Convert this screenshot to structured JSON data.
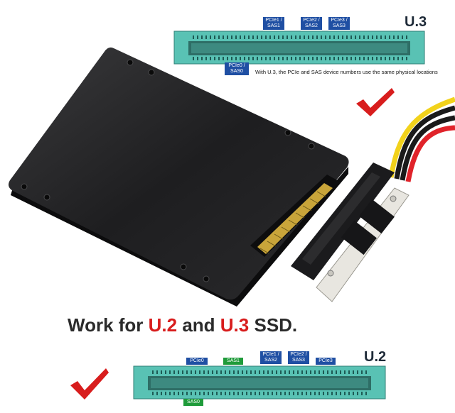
{
  "u3_connector": {
    "label": "U.3",
    "top_tags": [
      {
        "line1": "PCIe1 /",
        "line2": "SAS1"
      },
      {
        "line1": "PCIe2 /",
        "line2": "SAS2"
      },
      {
        "line1": "PCIe3 /",
        "line2": "SAS3"
      }
    ],
    "bottom_tag": {
      "line1": "PCIe0 /",
      "line2": "SAS0"
    },
    "note": "With U.3, the PCIe and SAS device numbers use the same physical locations"
  },
  "headline": {
    "prefix": "Work for ",
    "u2": "U.2",
    "middle": " and ",
    "u3": "U.3",
    "suffix": " SSD."
  },
  "u2_connector": {
    "label": "U.2",
    "top_tags": [
      {
        "line1": "PCIe0",
        "line2": "",
        "color": "blue"
      },
      {
        "line1": "SAS1",
        "line2": "",
        "color": "green"
      },
      {
        "line1": "PCIe1 /",
        "line2": "SAS2",
        "color": "blue"
      },
      {
        "line1": "PCIe2 /",
        "line2": "SAS3",
        "color": "blue"
      },
      {
        "line1": "PCIe3",
        "line2": "",
        "color": "blue"
      }
    ],
    "bottom_tag": {
      "line1": "SAS0",
      "color": "green"
    }
  },
  "colors": {
    "connector_fill": "#59c2b4",
    "tag_blue": "#1f4fa3",
    "tag_green": "#1f9b3a",
    "check_red": "#d81d1d",
    "headline_red": "#d81d1d",
    "ssd_body": "#1c1c1e"
  },
  "icons": [
    "checkmark-icon",
    "ssd-drive",
    "u3-adapter-board",
    "power-cable"
  ]
}
